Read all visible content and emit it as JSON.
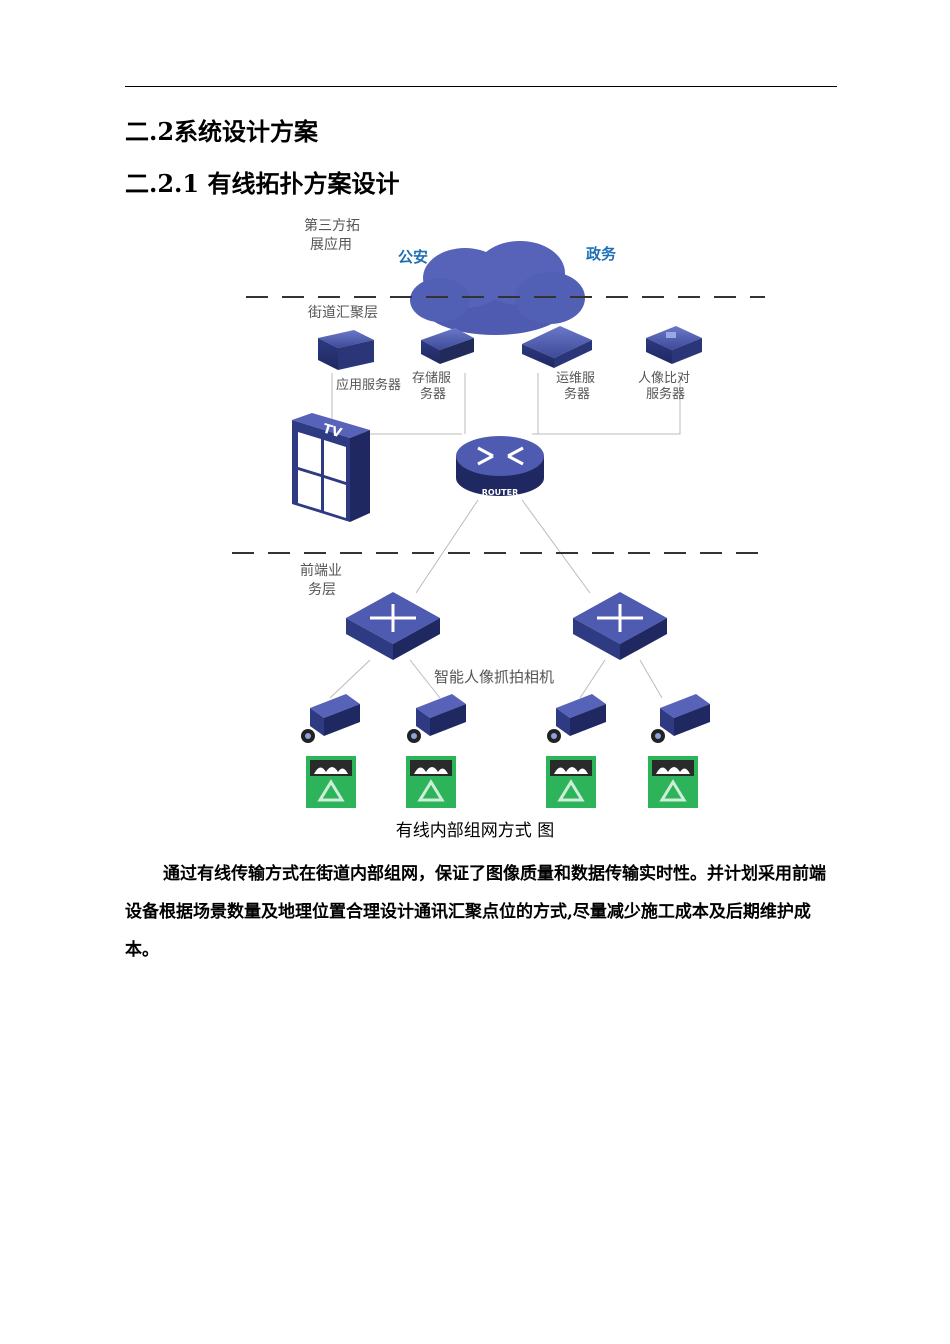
{
  "section_heading": "二.2系统设计方案",
  "subsection_heading": "二.2.1  有线拓扑方案设计",
  "diagram": {
    "third_party_line1": "第三方拓",
    "third_party_line2": "展应用",
    "public_security": "公安",
    "government": "政务",
    "street_layer": "街道汇聚层",
    "app_server": "应用服务器",
    "storage_line1": "存储服",
    "storage_line2": "务器",
    "ops_line1": "运维服",
    "ops_line2": "务器",
    "face_line1": "人像比对",
    "face_line2": "服务器",
    "tv_label": "TV",
    "router_label": "ROUTER",
    "front_line1": "前端业",
    "front_line2": "务层",
    "camera_label": "智能人像抓拍相机"
  },
  "caption": "有线内部组网方式 图",
  "paragraph": "通过有线传输方式在街道内部组网，保证了图像质量和数据传输实时性。并计划采用前端设备根据场景数量及地理位置合理设计通讯汇聚点位的方式,尽量减少施工成本及后期维护成本。"
}
